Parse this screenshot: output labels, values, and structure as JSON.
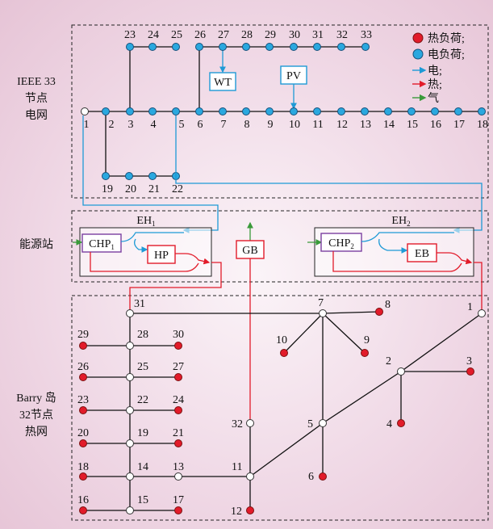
{
  "sections": {
    "ieee": [
      "IEEE 33",
      "节点",
      "电网"
    ],
    "station": "能源站",
    "barry": [
      "Barry 岛",
      "32节点",
      "热网"
    ]
  },
  "legend": {
    "heat_load": "热负荷;",
    "elec_load": "电负荷;",
    "elec": "电;",
    "heat": "热;",
    "gas": "气"
  },
  "colors": {
    "elec": "#1e9ad6",
    "heat": "#e21b2a",
    "gas": "#3a9a3a",
    "chp_border": "#7b3fa0",
    "line": "#111111"
  },
  "equipment": {
    "eh1": "EH",
    "eh1_sub": "1",
    "eh2": "EH",
    "eh2_sub": "2",
    "chp1": "CHP",
    "chp1_sub": "1",
    "chp2": "CHP",
    "chp2_sub": "2",
    "hp": "HP",
    "eb": "EB",
    "gb": "GB",
    "wt": "WT",
    "pv": "PV"
  },
  "ieee_labels": {
    "n1": "1",
    "n2": "2",
    "n3": "3",
    "n4": "4",
    "n5": "5",
    "n6": "6",
    "n7": "7",
    "n8": "8",
    "n9": "9",
    "n10": "10",
    "n11": "11",
    "n12": "12",
    "n13": "13",
    "n14": "14",
    "n15": "15",
    "n16": "16",
    "n17": "17",
    "n18": "18",
    "n19": "19",
    "n20": "20",
    "n21": "21",
    "n22": "22",
    "n23": "23",
    "n24": "24",
    "n25": "25",
    "n26": "26",
    "n27": "27",
    "n28": "28",
    "n29": "29",
    "n30": "30",
    "n31": "31",
    "n32": "32",
    "n33": "33"
  },
  "heat_labels": {
    "h1": "1",
    "h2": "2",
    "h3": "3",
    "h4": "4",
    "h5": "5",
    "h6": "6",
    "h7": "7",
    "h8": "8",
    "h9": "9",
    "h10": "10",
    "h11": "11",
    "h12": "12",
    "h13": "13",
    "h14": "14",
    "h15": "15",
    "h16": "16",
    "h17": "17",
    "h18": "18",
    "h19": "19",
    "h20": "20",
    "h21": "21",
    "h22": "22",
    "h23": "23",
    "h24": "24",
    "h25": "25",
    "h26": "26",
    "h27": "27",
    "h28": "28",
    "h29": "29",
    "h30": "30",
    "h31": "31",
    "h32": "32"
  }
}
